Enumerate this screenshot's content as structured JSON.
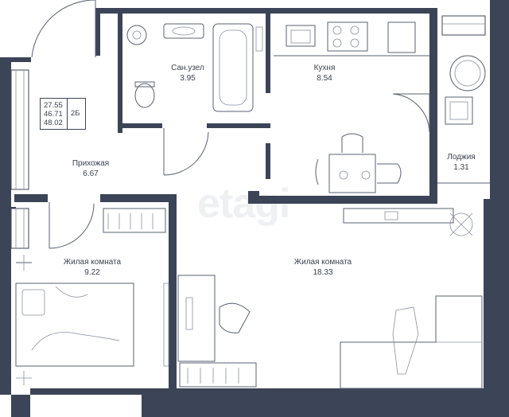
{
  "watermark": "etagi",
  "apartment": {
    "areas": [
      "27.55",
      "46.71",
      "48.02"
    ],
    "type": "2Б"
  },
  "rooms": [
    {
      "id": "bathroom",
      "name": "Сан.узел",
      "area": "3.95"
    },
    {
      "id": "kitchen",
      "name": "Кухня",
      "area": "8.54"
    },
    {
      "id": "loggia",
      "name": "Лоджия",
      "area": "1.31"
    },
    {
      "id": "hallway",
      "name": "Прихожая",
      "area": "6.67"
    },
    {
      "id": "bedroom",
      "name": "Жилая комната",
      "area": "9.22"
    },
    {
      "id": "living",
      "name": "Жилая комната",
      "area": "18.33"
    }
  ],
  "colors": {
    "wall": "#3c4457",
    "line": "#5a6172",
    "text": "#3b4150"
  }
}
